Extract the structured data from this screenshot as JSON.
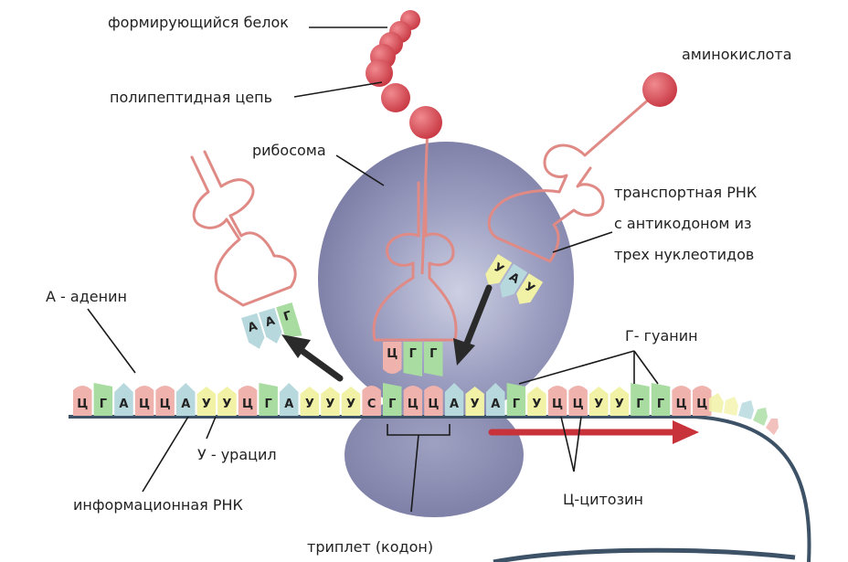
{
  "colors": {
    "A": "#b7d9de",
    "G": "#a8dca0",
    "U": "#f1f2a6",
    "C": "#efb2ad",
    "ribosome": "#7f7fa6",
    "ribosome_light": "#c9cbe0",
    "protein": "#d94c56",
    "trna": "#e08a86",
    "mrna_strand": "#3d5266",
    "arrow_dark": "#2a2a2a",
    "arrow_red": "#c8323a"
  },
  "labels": {
    "protein": "формирующийся белок",
    "polypeptide": "полипептидная цепь",
    "amino_acid": "аминокислота",
    "ribosome": "рибосома",
    "trna_line1": "транспортная РНК",
    "trna_line2": "с антикодоном из",
    "trna_line3": "трех нуклеотидов",
    "adenine": "А - аденин",
    "guanine": "Г- гуанин",
    "uracil": "У - урацил",
    "mrna": "информационная РНК",
    "cytosine": "Ц-цитозин",
    "codon": "триплет (кодон)"
  },
  "mrna": {
    "sequence": [
      "Ц",
      "Г",
      "А",
      "Ц",
      "Ц",
      "А",
      "У",
      "У",
      "Ц",
      "Г",
      "А",
      "У",
      "У",
      "У",
      "С",
      "Г",
      "Ц",
      "Ц",
      "А",
      "У",
      "А",
      "Г",
      "У",
      "Ц",
      "Ц",
      "У",
      "У",
      "Г",
      "Г",
      "Ц",
      "Ц"
    ]
  },
  "anticodons": {
    "leaving": [
      "А",
      "А",
      "Г"
    ],
    "in_ribosome": [
      "Ц",
      "Г",
      "Г"
    ],
    "incoming": [
      "У",
      "А",
      "У"
    ]
  }
}
